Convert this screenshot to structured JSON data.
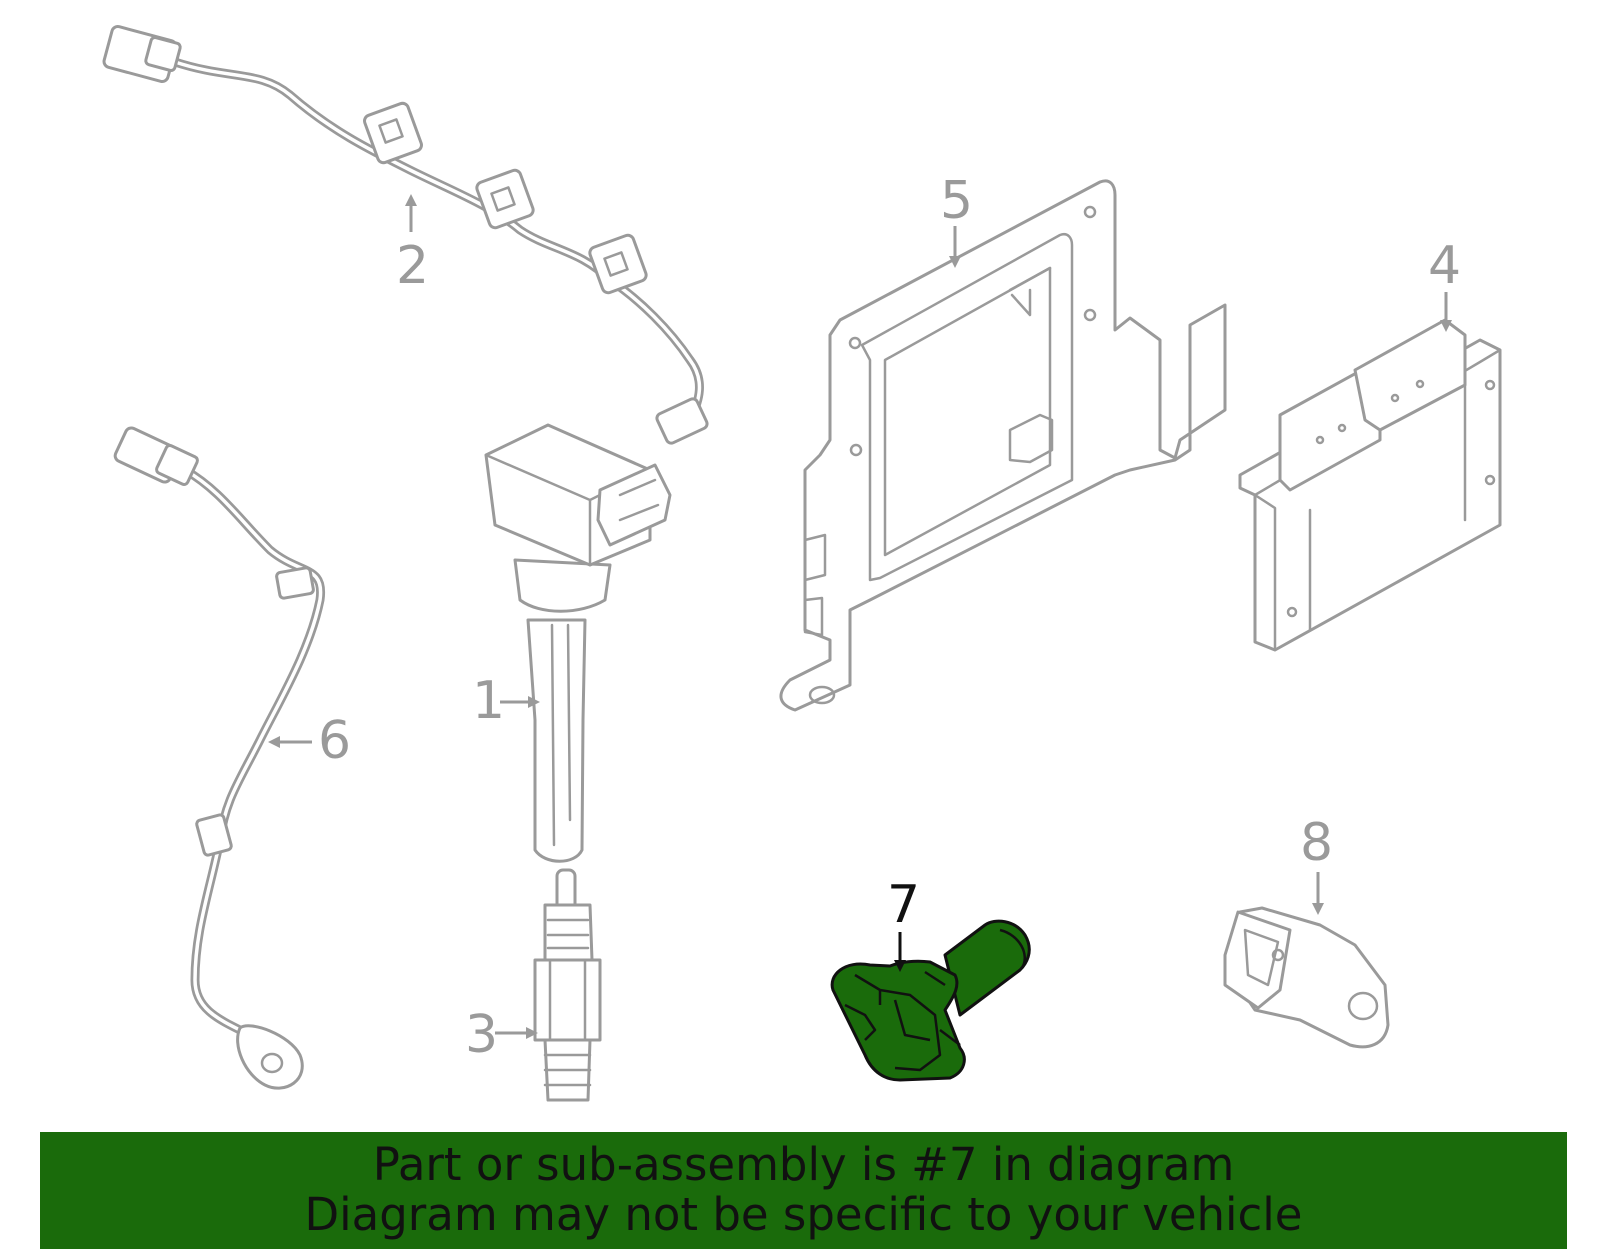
{
  "callouts": [
    {
      "id": "1",
      "label": "1"
    },
    {
      "id": "2",
      "label": "2"
    },
    {
      "id": "3",
      "label": "3"
    },
    {
      "id": "4",
      "label": "4"
    },
    {
      "id": "5",
      "label": "5"
    },
    {
      "id": "6",
      "label": "6"
    },
    {
      "id": "7",
      "label": "7"
    },
    {
      "id": "8",
      "label": "8"
    }
  ],
  "highlighted_part": "7",
  "colors": {
    "highlight_fill": "#1a6b0b",
    "banner_bg": "#1a6b0b",
    "part_outline": "#9a9a9a",
    "highlight_outline": "#111111"
  },
  "banner": {
    "line1": "Part or sub-assembly is #7 in diagram",
    "line2": "Diagram may not be specific to your vehicle"
  }
}
